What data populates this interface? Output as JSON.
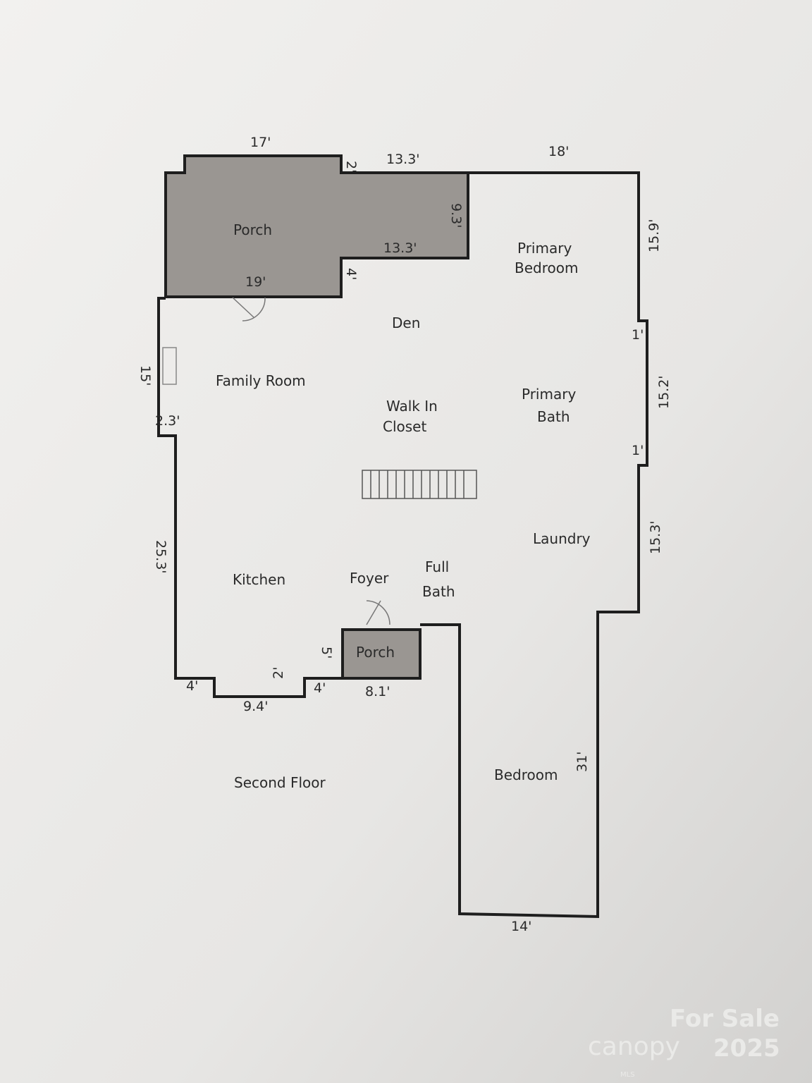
{
  "floor_title": "Second Floor",
  "rooms": {
    "porch_rear": "Porch",
    "primary_bedroom_1": "Primary",
    "primary_bedroom_2": "Bedroom",
    "den": "Den",
    "family_room": "Family Room",
    "walk_in_1": "Walk In",
    "walk_in_2": "Closet",
    "primary_bath_1": "Primary",
    "primary_bath_2": "Bath",
    "laundry": "Laundry",
    "kitchen": "Kitchen",
    "foyer": "Foyer",
    "full_bath_1": "Full",
    "full_bath_2": "Bath",
    "porch_front": "Porch",
    "bedroom": "Bedroom"
  },
  "dimensions": {
    "top_porch": "17'",
    "porch_step": "2'",
    "porch_top_right": "13.3'",
    "top_right": "18'",
    "porch_right": "9.3'",
    "porch_inner": "13.3'",
    "porch_bottom": "19'",
    "porch_notch": "4'",
    "right_upper": "15.9'",
    "right_jog_1": "1'",
    "right_mid": "15.2'",
    "right_jog_2": "1'",
    "right_lower": "15.3'",
    "left_upper": "15'",
    "left_jog": "2.3'",
    "left_lower": "25.3'",
    "bottom_left": "4'",
    "bottom_bay": "9.4'",
    "bay_depth": "2'",
    "bottom_mid": "4'",
    "front_porch_depth": "5'",
    "front_porch_width": "8.1'",
    "bedroom_right": "31'",
    "bedroom_bottom": "14'"
  },
  "watermark": {
    "line1": "For Sale",
    "brand": "canopy",
    "sub": "MLS",
    "year": "2025"
  },
  "colors": {
    "porch_fill": "#9a9692",
    "wall": "#1e1e1e",
    "paper": "#eeedeb"
  }
}
